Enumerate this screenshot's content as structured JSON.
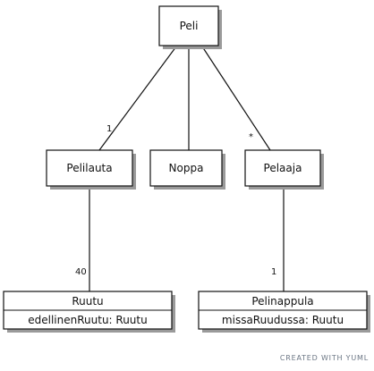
{
  "diagram": {
    "classes": {
      "peli": {
        "name": "Peli"
      },
      "pelilauta": {
        "name": "Pelilauta"
      },
      "noppa": {
        "name": "Noppa"
      },
      "pelaaja": {
        "name": "Pelaaja"
      },
      "ruutu": {
        "name": "Ruutu",
        "attribute": "edellinenRuutu: Ruutu"
      },
      "pelinappula": {
        "name": "Pelinappula",
        "attribute": "missaRuudussa: Ruutu"
      }
    },
    "associations": [
      {
        "from": "Peli",
        "to": "Pelilauta",
        "multiplicity": "1"
      },
      {
        "from": "Peli",
        "to": "Noppa",
        "multiplicity": ""
      },
      {
        "from": "Peli",
        "to": "Pelaaja",
        "multiplicity": "*"
      },
      {
        "from": "Pelilauta",
        "to": "Ruutu",
        "multiplicity": "40"
      },
      {
        "from": "Pelaaja",
        "to": "Pelinappula",
        "multiplicity": "1"
      }
    ],
    "watermark": "CREATED WITH YUML"
  }
}
